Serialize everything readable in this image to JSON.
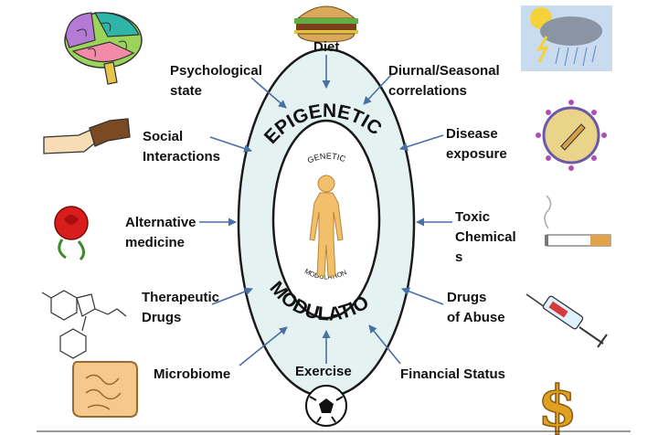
{
  "center": {
    "outer_top": "EPIGENETIC",
    "outer_bottom": "MODULATION",
    "inner_top": "GENETIC",
    "inner_bottom": "MODULATION"
  },
  "factors": {
    "diet": [
      "Diet"
    ],
    "psychological": [
      "Psychological",
      "state"
    ],
    "diurnal": [
      "Diurnal/Seasonal",
      "correlations"
    ],
    "social": [
      "Social",
      "Interactions"
    ],
    "disease": [
      "Disease",
      "exposure"
    ],
    "alternative": [
      "Alternative",
      "medicine"
    ],
    "toxic": [
      "Toxic",
      "Chemical",
      "s"
    ],
    "therapeutic": [
      "Therapeutic",
      "Drugs"
    ],
    "abuse": [
      "Drugs",
      "of Abuse"
    ],
    "microbiome": [
      "Microbiome"
    ],
    "exercise": [
      "Exercise"
    ],
    "financial": [
      "Financial Status"
    ]
  },
  "icons": {
    "diet": "burger-icon",
    "psychological": "brain-icon",
    "diurnal": "weather-icon",
    "social": "handshake-icon",
    "disease": "virus-icon",
    "alternative": "rose-icon",
    "toxic": "cigarette-icon",
    "therapeutic": "molecule-icon",
    "abuse": "syringe-icon",
    "microbiome": "intestine-icon",
    "exercise": "soccer-ball-icon",
    "financial": "dollar-icon"
  },
  "colors": {
    "ellipse_fill": "#e4f3f1",
    "ellipse_stroke": "#1a1a1a",
    "arrow": "#4a6fa5",
    "figure": "#f2c06a"
  }
}
